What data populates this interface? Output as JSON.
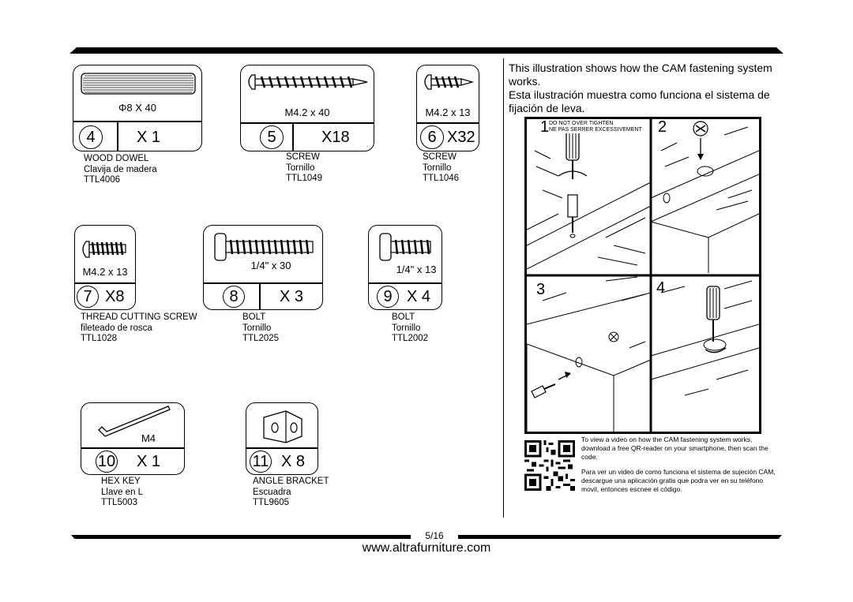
{
  "parts": [
    {
      "id": "dowel",
      "spec": "Φ8 X 40",
      "number": "4",
      "qty": "X 1",
      "name_en": "WOOD DOWEL",
      "name_es": "Clavija de madera",
      "code": "TTL4006"
    },
    {
      "id": "screw-5",
      "spec": "M4.2 x 40",
      "number": "5",
      "qty": "X18",
      "name_en": "SCREW",
      "name_es": "Tornillo",
      "code": "TTL1049"
    },
    {
      "id": "screw-6",
      "spec": "M4.2 x 13",
      "number": "6",
      "qty": "X32",
      "name_en": "SCREW",
      "name_es": "Tornillo",
      "code": "TTL1046"
    },
    {
      "id": "thread-screw",
      "spec": "M4.2 x 13",
      "number": "7",
      "qty": "X8",
      "name_en": "THREAD CUTTING SCREW",
      "name_es": "fileteado de rosca",
      "code": "TTL1028"
    },
    {
      "id": "bolt-8",
      "spec": "1/4\" x 30",
      "number": "8",
      "qty": "X 3",
      "name_en": "BOLT",
      "name_es": "Tornillo",
      "code": "TTL2025"
    },
    {
      "id": "bolt-9",
      "spec": "1/4\" x 13",
      "number": "9",
      "qty": "X 4",
      "name_en": "BOLT",
      "name_es": "Tornillo",
      "code": "TTL2002"
    },
    {
      "id": "hex-key",
      "spec": "M4",
      "number": "10",
      "qty": "X 1",
      "name_en": "HEX KEY",
      "name_es": "Llave en L",
      "code": "TTL5003"
    },
    {
      "id": "angle-bracket",
      "spec": "",
      "number": "11",
      "qty": "X 8",
      "name_en": "ANGLE BRACKET",
      "name_es": "Escuadra",
      "code": "TTL9605"
    }
  ],
  "cam": {
    "intro_en": "This illustration shows how the CAM fastening system works.",
    "intro_es": "Esta ilustración muestra como funciona el sistema de fijación de leva.",
    "warning_en": "DO NOT OVER TIGHTEN.",
    "warning_fr": "NE PAS SERRER EXCESSIVEMENT",
    "step_labels": [
      "1",
      "2",
      "3",
      "4"
    ],
    "qr_en": "To view a video on how the CAM fastening system works, download a free QR-reader on your smartphone, then scan the code.",
    "qr_es": "Para ver un video de como funciona el sistema de sujeción CAM, descargue una aplicación gratis que podra ver en su teléfono movil, entonces escnee el código."
  },
  "footer": {
    "page": "5/16",
    "website": "www.altrafurniture.com"
  }
}
